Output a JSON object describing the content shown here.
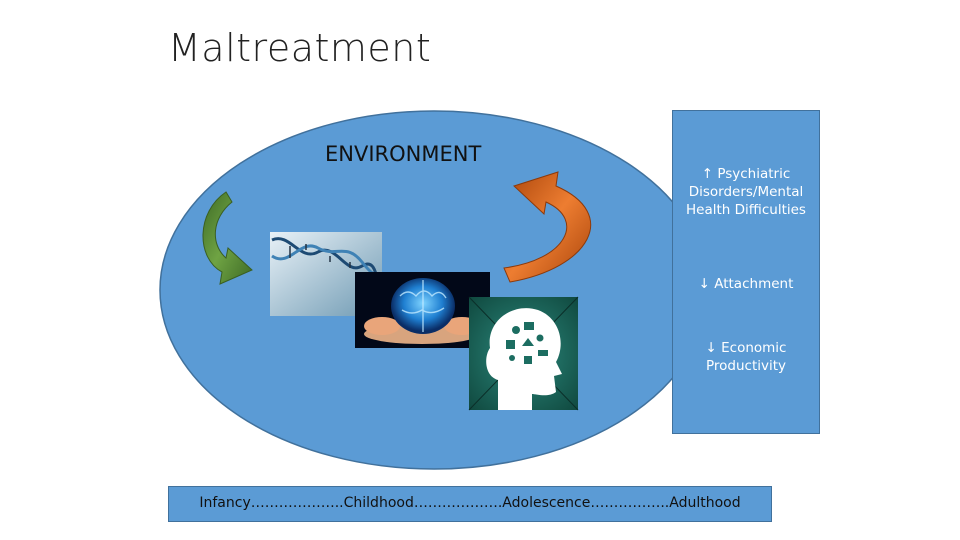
{
  "title": "Maltreatment",
  "environment_label": "ENVIRONMENT",
  "outcomes": [
    "↑ Psychiatric Disorders/Mental Health Difficulties",
    "↓ Attachment",
    "↓ Economic Productivity"
  ],
  "timeline": "Infancy………………..Childhood……………….Adolescence……………..Adulthood",
  "images": [
    "dna-helix-image",
    "brain-in-hands-image",
    "child-head-icons-image"
  ],
  "colors": {
    "ellipse_fill": "#5b9bd5",
    "ellipse_border": "#41719c",
    "green_arrow": "#548235",
    "orange_arrow": "#c55a11"
  }
}
